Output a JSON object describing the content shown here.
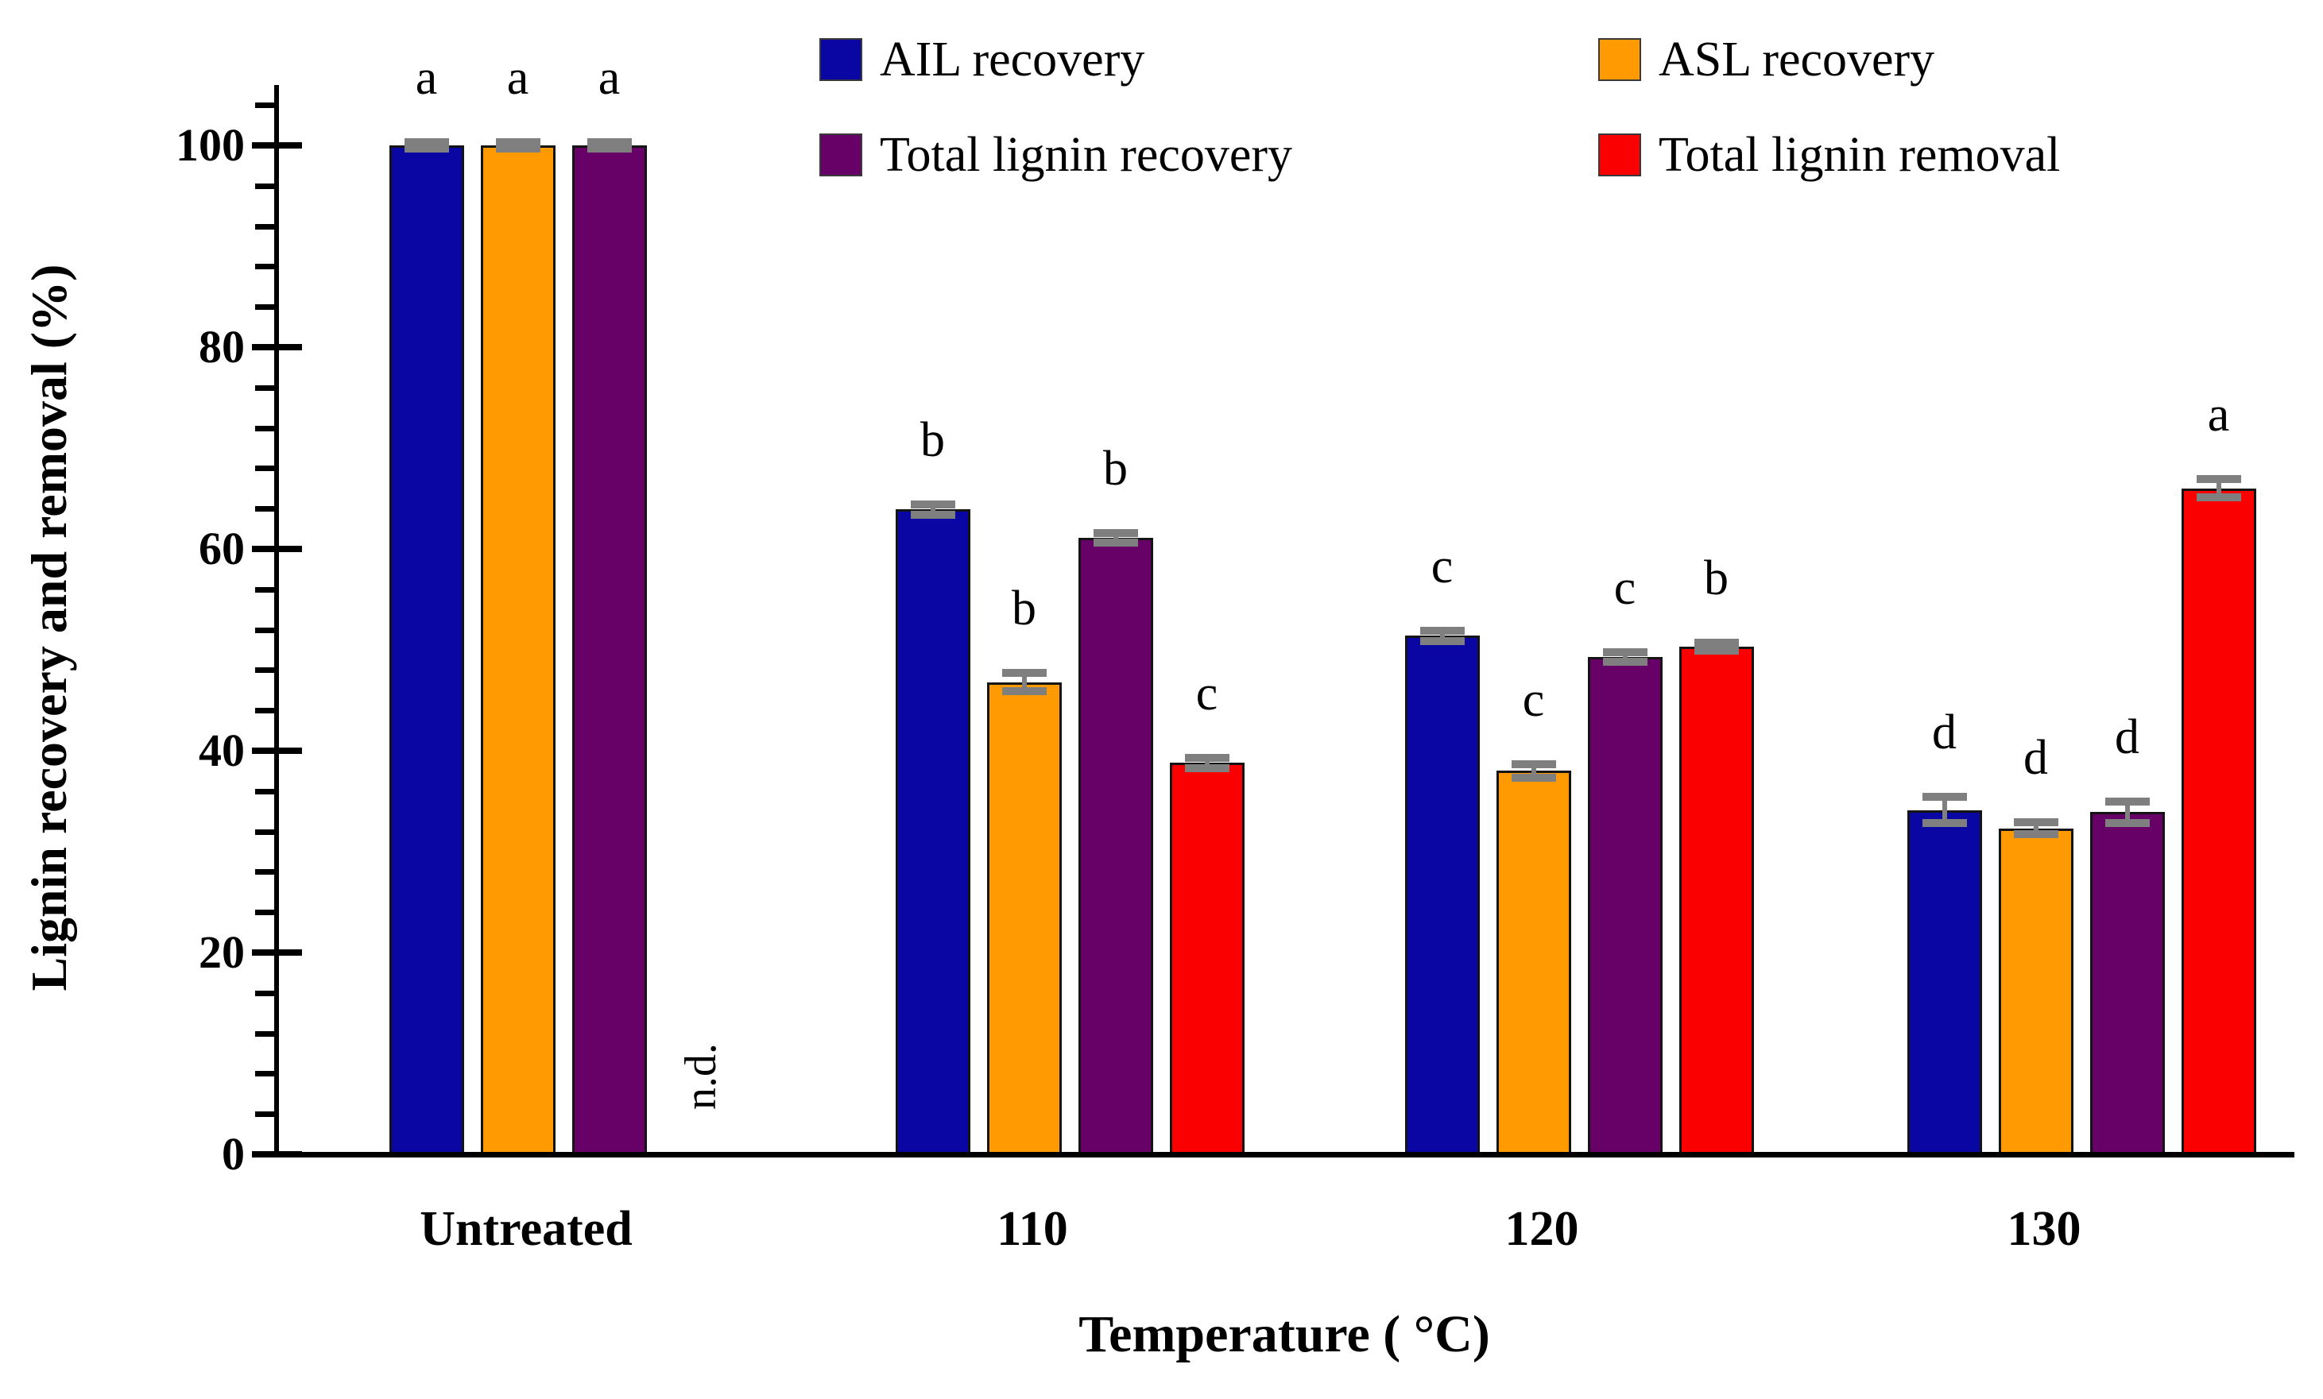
{
  "chart_data": {
    "type": "bar",
    "title": "",
    "xlabel": "Temperature ( °C)",
    "ylabel": "Lignin recovery and removal (%)",
    "categories": [
      "Untreated",
      "110",
      "120",
      "130"
    ],
    "series": [
      {
        "name": "AIL recovery",
        "color": "#0A06A4",
        "values": [
          100,
          63.9,
          51.4,
          34.1
        ],
        "errors": [
          0.3,
          0.5,
          0.5,
          1.3
        ],
        "sig_letters": [
          "a",
          "b",
          "c",
          "d"
        ]
      },
      {
        "name": "ASL recovery",
        "color": "#FF9A02",
        "values": [
          100,
          46.8,
          38.0,
          32.3
        ],
        "errors": [
          0.3,
          0.9,
          0.7,
          0.6
        ],
        "sig_letters": [
          "a",
          "b",
          "c",
          "d"
        ]
      },
      {
        "name": "Total lignin recovery",
        "color": "#670167",
        "values": [
          100,
          61.1,
          49.3,
          33.9
        ],
        "errors": [
          0.3,
          0.5,
          0.5,
          1.1
        ],
        "sig_letters": [
          "a",
          "b",
          "c",
          "d"
        ]
      },
      {
        "name": "Total lignin removal",
        "color": "#FB0000",
        "values": [
          null,
          38.8,
          50.3,
          66.0
        ],
        "errors": [
          null,
          0.5,
          0.4,
          0.9
        ],
        "sig_letters": [
          null,
          "c",
          "b",
          "a"
        ]
      }
    ],
    "missing_value_label": "n.d.",
    "axis": {
      "ylim": [
        0,
        110
      ],
      "ymajor_ticks": [
        0,
        20,
        40,
        60,
        80,
        100
      ],
      "yminor_step": 4,
      "yminor_max": 104,
      "grid": false
    },
    "legend_position": "top",
    "error_bar_color": "#7f7f7f",
    "bar_outline_color": "#141414"
  }
}
